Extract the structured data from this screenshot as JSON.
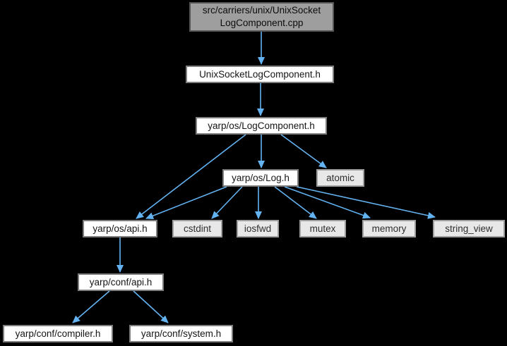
{
  "diagram": {
    "kind": "include-dependency-graph",
    "colors": {
      "background": "#000000",
      "edge": "#63b3f2",
      "focus_node_fill": "#9e9e9e",
      "header_node_fill": "#ffffff",
      "system_node_fill": "#e8e8e8",
      "node_border": "#7d7d7d"
    },
    "nodes": {
      "cpp": {
        "lines": [
          "src/carriers/unix/UnixSocket",
          "LogComponent.cpp"
        ],
        "kind": "focus"
      },
      "unixsocket_h": {
        "label": "UnixSocketLogComponent.h",
        "kind": "header"
      },
      "logcomponent_h": {
        "label": "yarp/os/LogComponent.h",
        "kind": "header"
      },
      "log_h": {
        "label": "yarp/os/Log.h",
        "kind": "header"
      },
      "atomic": {
        "label": "atomic",
        "kind": "system"
      },
      "os_api_h": {
        "label": "yarp/os/api.h",
        "kind": "header"
      },
      "cstdint": {
        "label": "cstdint",
        "kind": "system"
      },
      "iosfwd": {
        "label": "iosfwd",
        "kind": "system"
      },
      "mutex": {
        "label": "mutex",
        "kind": "system"
      },
      "memory": {
        "label": "memory",
        "kind": "system"
      },
      "string_view": {
        "label": "string_view",
        "kind": "system"
      },
      "conf_api_h": {
        "label": "yarp/conf/api.h",
        "kind": "header"
      },
      "conf_compiler_h": {
        "label": "yarp/conf/compiler.h",
        "kind": "header"
      },
      "conf_system_h": {
        "label": "yarp/conf/system.h",
        "kind": "header"
      }
    },
    "edges": [
      {
        "from": "cpp",
        "to": "unixsocket_h"
      },
      {
        "from": "unixsocket_h",
        "to": "logcomponent_h"
      },
      {
        "from": "logcomponent_h",
        "to": "log_h"
      },
      {
        "from": "logcomponent_h",
        "to": "atomic"
      },
      {
        "from": "logcomponent_h",
        "to": "os_api_h"
      },
      {
        "from": "log_h",
        "to": "os_api_h"
      },
      {
        "from": "log_h",
        "to": "cstdint"
      },
      {
        "from": "log_h",
        "to": "iosfwd"
      },
      {
        "from": "log_h",
        "to": "mutex"
      },
      {
        "from": "log_h",
        "to": "memory"
      },
      {
        "from": "log_h",
        "to": "string_view"
      },
      {
        "from": "os_api_h",
        "to": "conf_api_h"
      },
      {
        "from": "conf_api_h",
        "to": "conf_compiler_h"
      },
      {
        "from": "conf_api_h",
        "to": "conf_system_h"
      }
    ]
  }
}
